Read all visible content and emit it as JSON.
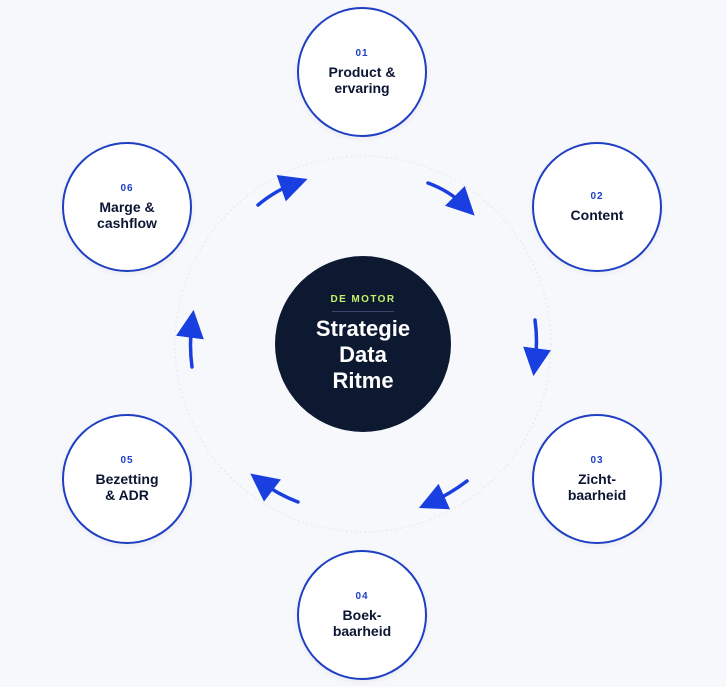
{
  "center": {
    "tag": "DE MOTOR",
    "title": "Strategie\nData\nRitme"
  },
  "nodes": [
    {
      "number": "01",
      "label": "Product &\nervaring"
    },
    {
      "number": "02",
      "label": "Content"
    },
    {
      "number": "03",
      "label": "Zicht-\nbaarheid"
    },
    {
      "number": "04",
      "label": "Boek-\nbaarheid"
    },
    {
      "number": "05",
      "label": "Bezetting\n& ADR"
    },
    {
      "number": "06",
      "label": "Marge &\ncashflow"
    }
  ],
  "colors": {
    "accent": "#1e3fc4",
    "arrow": "#1a3fe0",
    "core_bg": "#0d1831",
    "core_tag": "#c5f26a",
    "text": "#0c1533",
    "background": "#f7f8fb"
  }
}
